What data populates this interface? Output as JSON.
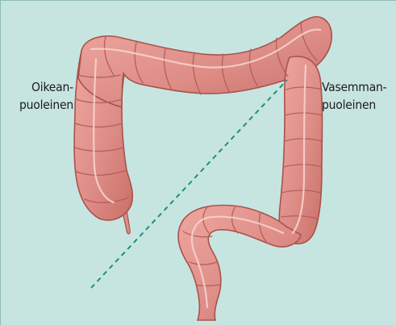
{
  "colors": {
    "background": "#c7e5e0",
    "colon_fill": "#de8d87",
    "colon_shadow": "#b85f5a",
    "colon_highlight": "#f3c0b9",
    "divider_line": "#1f9077"
  },
  "labels": {
    "right_side": {
      "line1": "Oikean-",
      "line2": "puoleinen"
    },
    "left_side": {
      "line1": "Vasemman-",
      "line2": "puoleinen"
    }
  }
}
